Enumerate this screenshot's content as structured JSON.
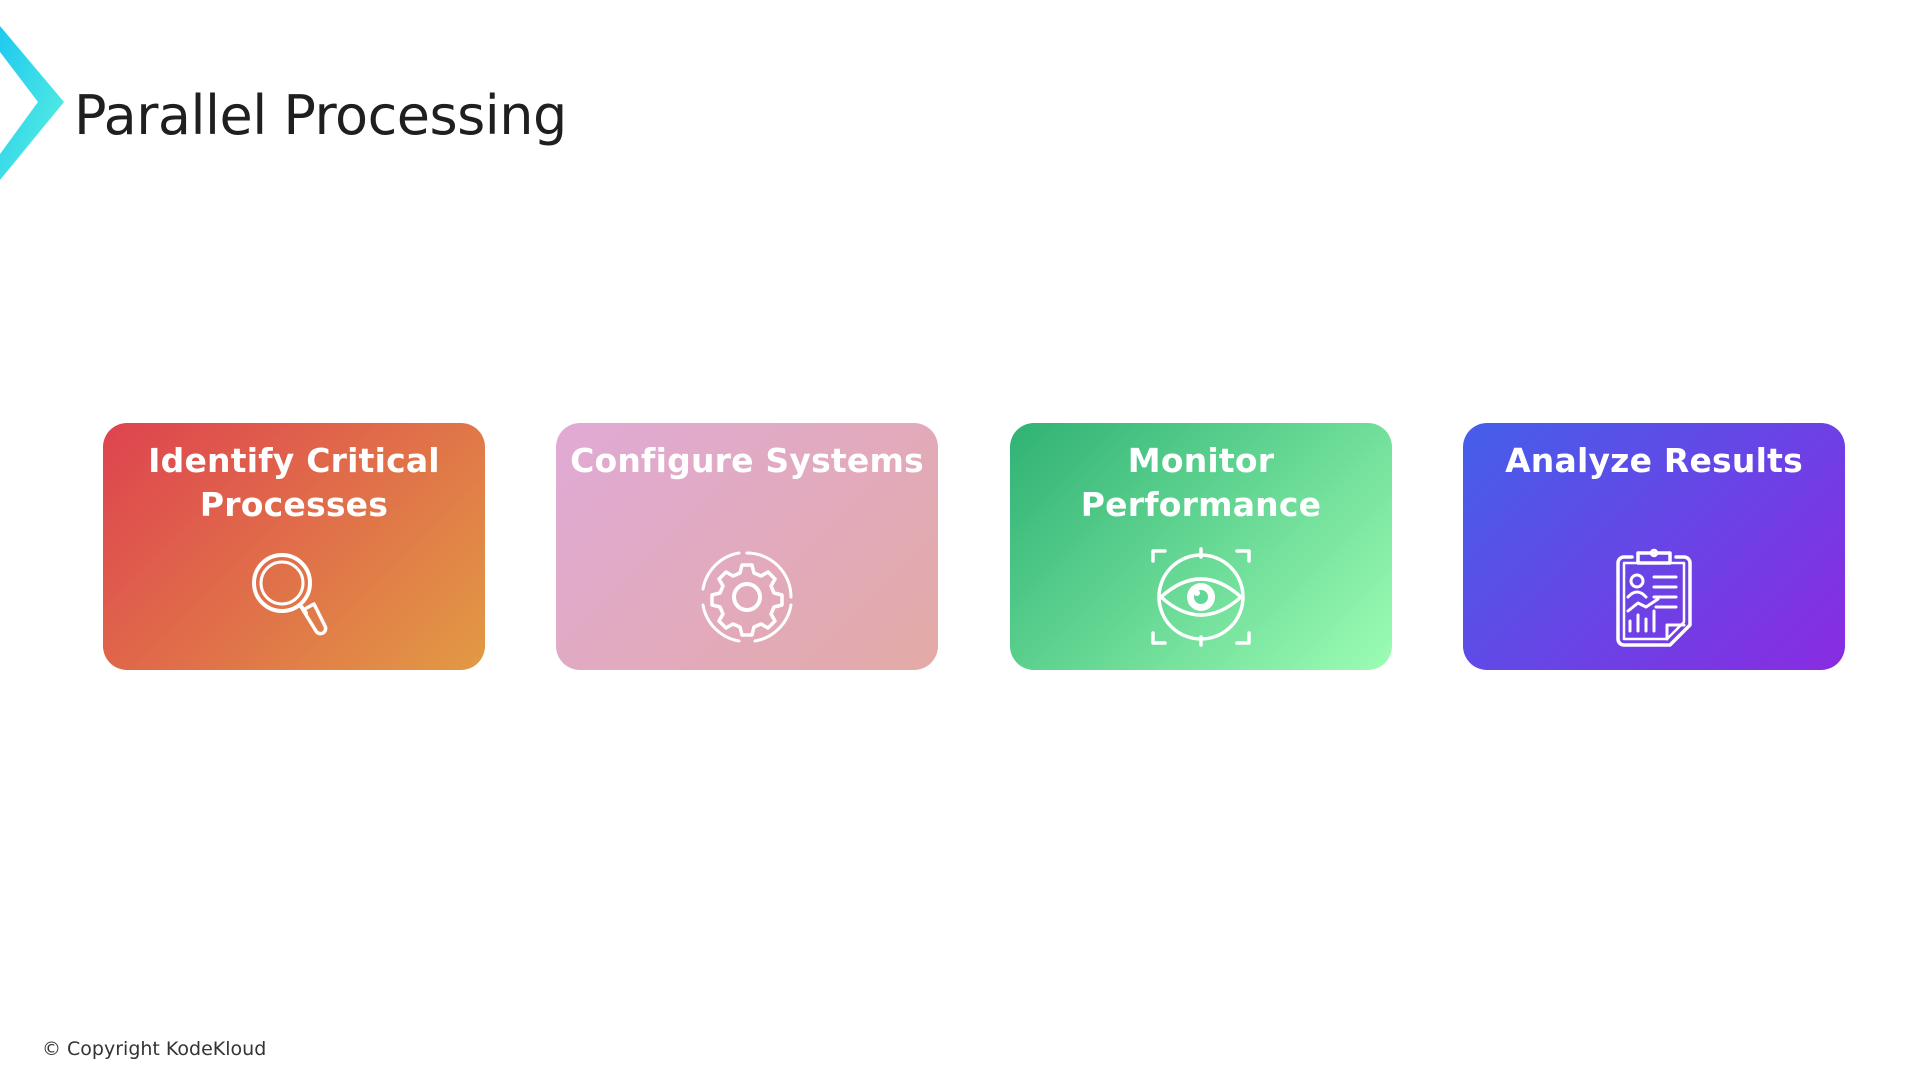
{
  "slide": {
    "title": "Parallel Processing",
    "brand_colors": [
      "#1ec9f0",
      "#5cf2e0"
    ]
  },
  "cards": [
    {
      "title": "Identify Critical Processes",
      "icon": "magnifying-glass-icon",
      "gradient": [
        "#de434f",
        "#e29a44"
      ]
    },
    {
      "title": "Configure Systems",
      "icon": "gear-icon",
      "gradient": [
        "#e0aad6",
        "#e3aaa6"
      ]
    },
    {
      "title": "Monitor Performance",
      "icon": "eye-scan-icon",
      "gradient": [
        "#2fb274",
        "#9dfdb4"
      ]
    },
    {
      "title": "Analyze Results",
      "icon": "clipboard-report-icon",
      "gradient": [
        "#445fea",
        "#8a2be2"
      ]
    }
  ],
  "footer": {
    "copyright": "© Copyright KodeKloud"
  }
}
